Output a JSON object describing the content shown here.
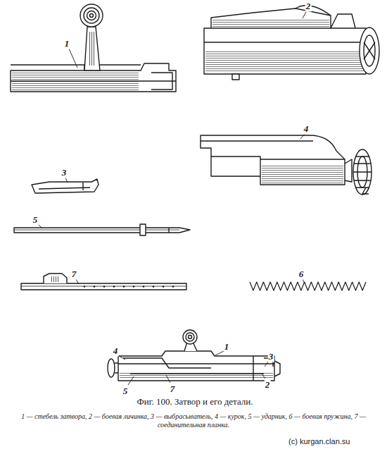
{
  "diagram": {
    "caption": "Фиг. 100. Затвор и его детали.",
    "labels": [
      "1",
      "2",
      "3",
      "4",
      "5",
      "7",
      "6",
      "1",
      "3",
      "4",
      "2",
      "5",
      "7",
      "1 — стебель затвора, 2 — боевая личинка, 3 — выбрасыватель, 4 — курок, 5 — ударник, 6 — боевая пружина, 7 — соединительная планка.",
      "(c) kurgan.clan.su"
    ]
  }
}
